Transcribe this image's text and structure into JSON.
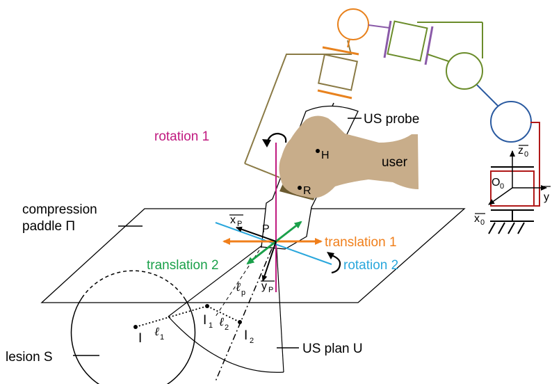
{
  "labels": {
    "us_probe": "US probe",
    "rotation_1": "rotation 1",
    "user": "user",
    "compression_paddle_line1": "compression",
    "compression_paddle_line2": "paddle Π",
    "translation_1": "translation 1",
    "translation_2": "translation 2",
    "rotation_2": "rotation 2",
    "lesion": "lesion S",
    "us_plan": "US plan U",
    "point_h": "H",
    "point_r": "R",
    "point_p": "P",
    "point_i": "I",
    "point_i1": "I",
    "point_i1_sub": "1",
    "point_i2": "I",
    "point_i2_sub": "2",
    "axis_xp": "x",
    "axis_xp_sub": "P",
    "axis_yp": "y",
    "axis_yp_sub": "P",
    "line_lp": "ℓ",
    "line_lp_sub": "p",
    "line_l1": "ℓ",
    "line_l1_sub": "1",
    "line_l2": "ℓ",
    "line_l2_sub": "2",
    "frame_o": "O",
    "frame_o_sub": "0",
    "frame_z": "z",
    "frame_z_sub": "0",
    "frame_x": "x",
    "frame_x_sub": "0",
    "frame_y": "y"
  },
  "colors": {
    "rotation_1": "#c0197f",
    "translation_1": "#f07f1b",
    "translation_2": "#1aa04a",
    "rotation_2": "#2aa7dc",
    "robot_base_link": "#8a7a45",
    "robot_joint_1": "#e8821e",
    "robot_joint_2": "#8a5aa8",
    "robot_link_green": "#6a8c2a",
    "robot_link_blue": "#2a5aa0",
    "robot_link_red": "#b01818",
    "user_hand": "#c8ad8a",
    "probe_grip": "#6b5a30"
  }
}
